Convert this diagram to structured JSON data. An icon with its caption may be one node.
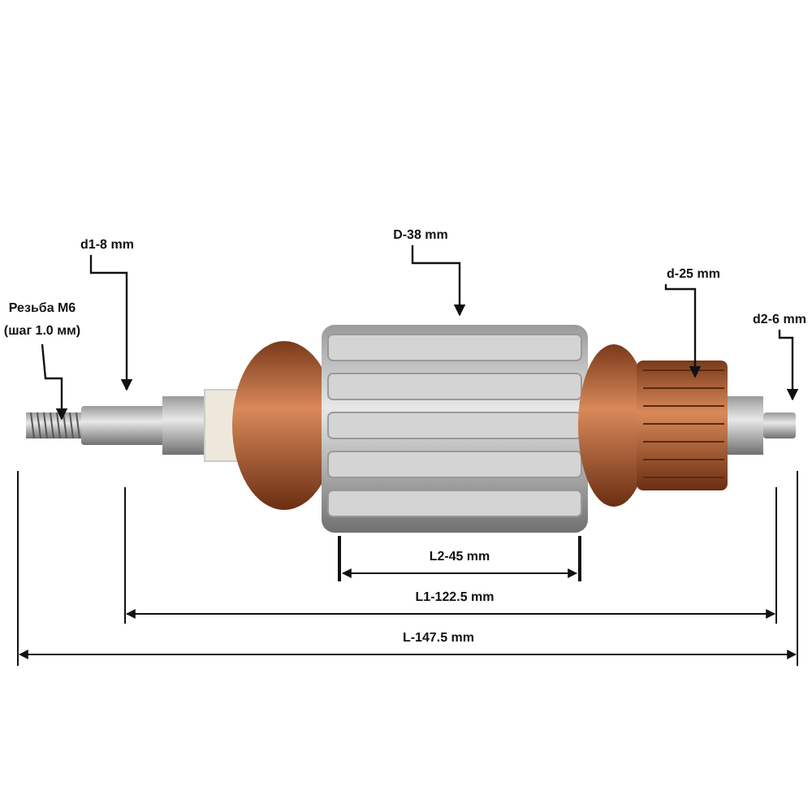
{
  "diagram": {
    "nodes": [
      {
        "text": [
          "Резьба М6 (шаг 1.0 мм)"
        ]
      },
      {
        "text": [
          "d1-8 mm"
        ]
      },
      {
        "text": [
          "D-38 mm"
        ]
      },
      {
        "text": [
          "d-25 mm"
        ]
      },
      {
        "text": [
          "d2-6 mm"
        ]
      }
    ],
    "edges": [
      {
        "from": 0,
        "to": null,
        "arrow": "to"
      },
      {
        "from": 1,
        "to": null,
        "arrow": "to"
      },
      {
        "from": 2,
        "to": null,
        "arrow": "to"
      },
      {
        "from": 3,
        "to": null,
        "arrow": "to"
      },
      {
        "from": 4,
        "to": null,
        "arrow": "to"
      }
    ],
    "labels": [
      "L2-45 mm",
      "L1-122.5 mm",
      "L-147.5 mm"
    ]
  }
}
